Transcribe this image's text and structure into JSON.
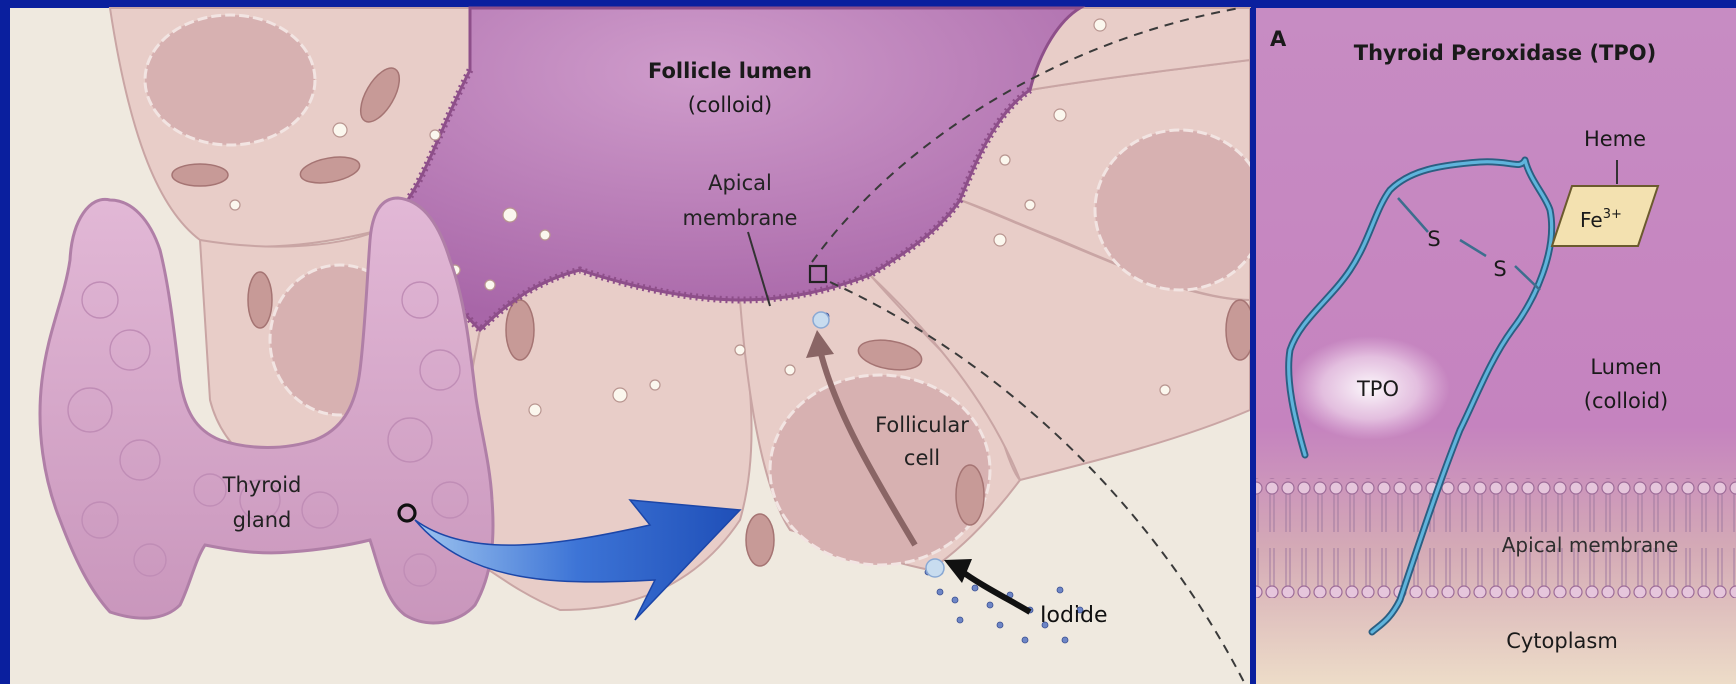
{
  "left_panel": {
    "labels": {
      "follicle_lumen": "Follicle lumen",
      "colloid": "(colloid)",
      "apical_line1": "Apical",
      "apical_line2": "membrane",
      "follicular_line1": "Follicular",
      "follicular_line2": "cell",
      "thyroid_line1": "Thyroid",
      "thyroid_line2": "gland",
      "iodide": "Iodide"
    }
  },
  "right_panel": {
    "panel_letter": "A",
    "title": "Thyroid Peroxidase (TPO)",
    "labels": {
      "heme": "Heme",
      "fe": "Fe",
      "fe_charge": "3+",
      "s1": "S",
      "s2": "S",
      "tpo": "TPO",
      "lumen_line1": "Lumen",
      "lumen_line2": "(colloid)",
      "apical_membrane": "Apical membrane",
      "cytoplasm": "Cytoplasm"
    }
  },
  "colors": {
    "frame": "#0a1f9e",
    "lumen": "#b676b3",
    "cell": "#e8c9c4",
    "arrow_blue": "#2f62c9",
    "tpo_strand": "#3d8fb8"
  }
}
